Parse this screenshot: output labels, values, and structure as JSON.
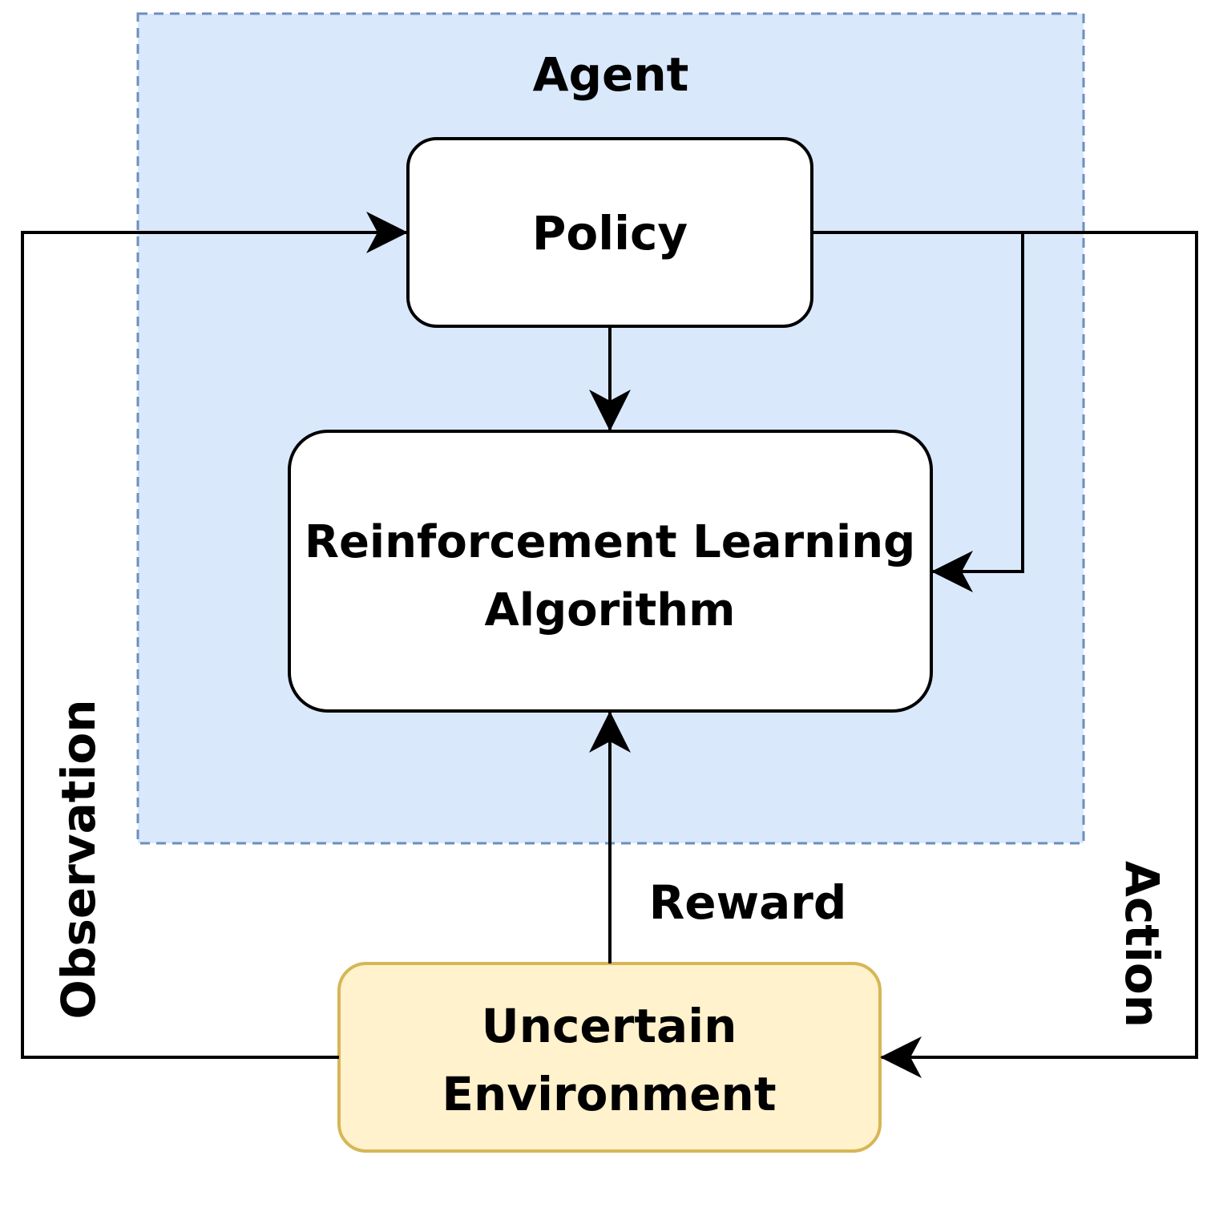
{
  "agent": {
    "title": "Agent",
    "fill": "#dae8fc",
    "border": "#6c8ebf"
  },
  "policy": {
    "label": "Policy"
  },
  "algorithm": {
    "line1": "Reinforcement Learning",
    "line2": "Algorithm"
  },
  "environment": {
    "line1": "Uncertain",
    "line2": "Environment",
    "fill": "#fff2cc",
    "border": "#d6b656"
  },
  "edges": {
    "observation": "Observation",
    "action": "Action",
    "reward": "Reward"
  }
}
